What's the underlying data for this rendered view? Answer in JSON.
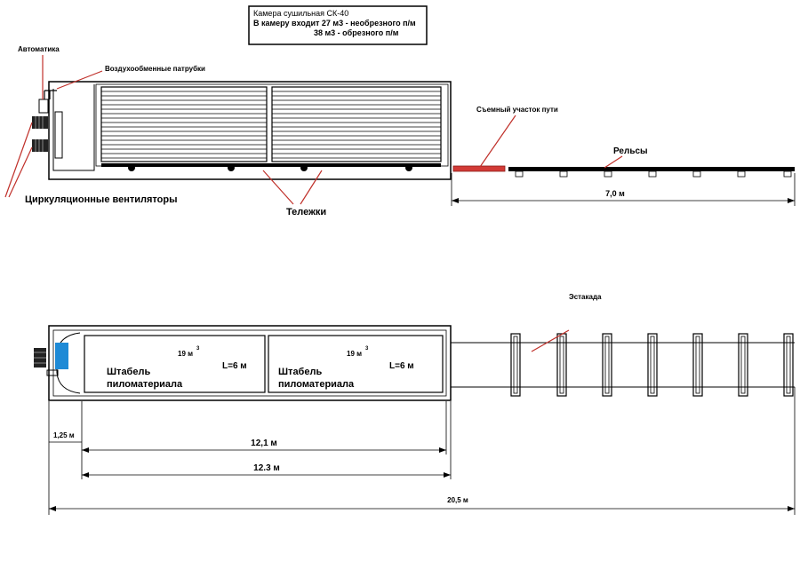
{
  "title_box": {
    "line1": "Камера сушильная СК-40",
    "line2": "В камеру входит 27 м3 - необрезного п/м",
    "line3": "38 м3 - обрезного п/м"
  },
  "labels": {
    "automation": "Автоматика",
    "air_pipes": "Воздухообменные патрубки",
    "removable_track": "Съемный участок пути",
    "rails": "Рельсы",
    "fans": "Циркуляционные вентиляторы",
    "carts": "Тележки",
    "overpass": "Эстакада"
  },
  "dimensions": {
    "track_length": "7,0 м",
    "fan_zone": "1,25 м",
    "inner_length": "12,1 м",
    "stack_length": "12.3 м",
    "total_length": "20,5 м"
  },
  "stacks": [
    {
      "volume": "19 м",
      "volume_sup": "3",
      "length": "L=6 м",
      "name1": "Штабель",
      "name2": "пиломатериала"
    },
    {
      "volume": "19 м",
      "volume_sup": "3",
      "length": "L=6 м",
      "name1": "Штабель",
      "name2": "пиломатериала"
    }
  ],
  "colors": {
    "annotation_line": "#c0302a",
    "removable_track": "#d23a36",
    "fan_blue": "#1e8ad6"
  }
}
